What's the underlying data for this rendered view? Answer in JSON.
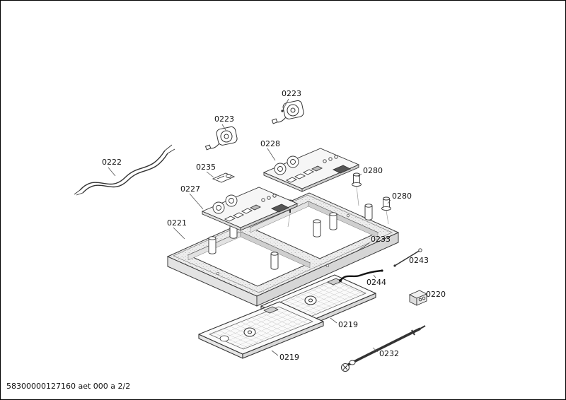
{
  "page": {
    "footer": "58300000127160 aet 000 a 2/2"
  },
  "parts": {
    "p0219_left": "0219",
    "p0219_right": "0219",
    "p0220": "0220",
    "p0221": "0221",
    "p0222": "0222",
    "p0223_left": "0223",
    "p0223_top": "0223",
    "p0227": "0227",
    "p0228": "0228",
    "p0232": "0232",
    "p0233": "0233",
    "p0235": "0235",
    "p0243": "0243",
    "p0244": "0244",
    "p0280_lower": "0280",
    "p0280_upper": "0280"
  }
}
